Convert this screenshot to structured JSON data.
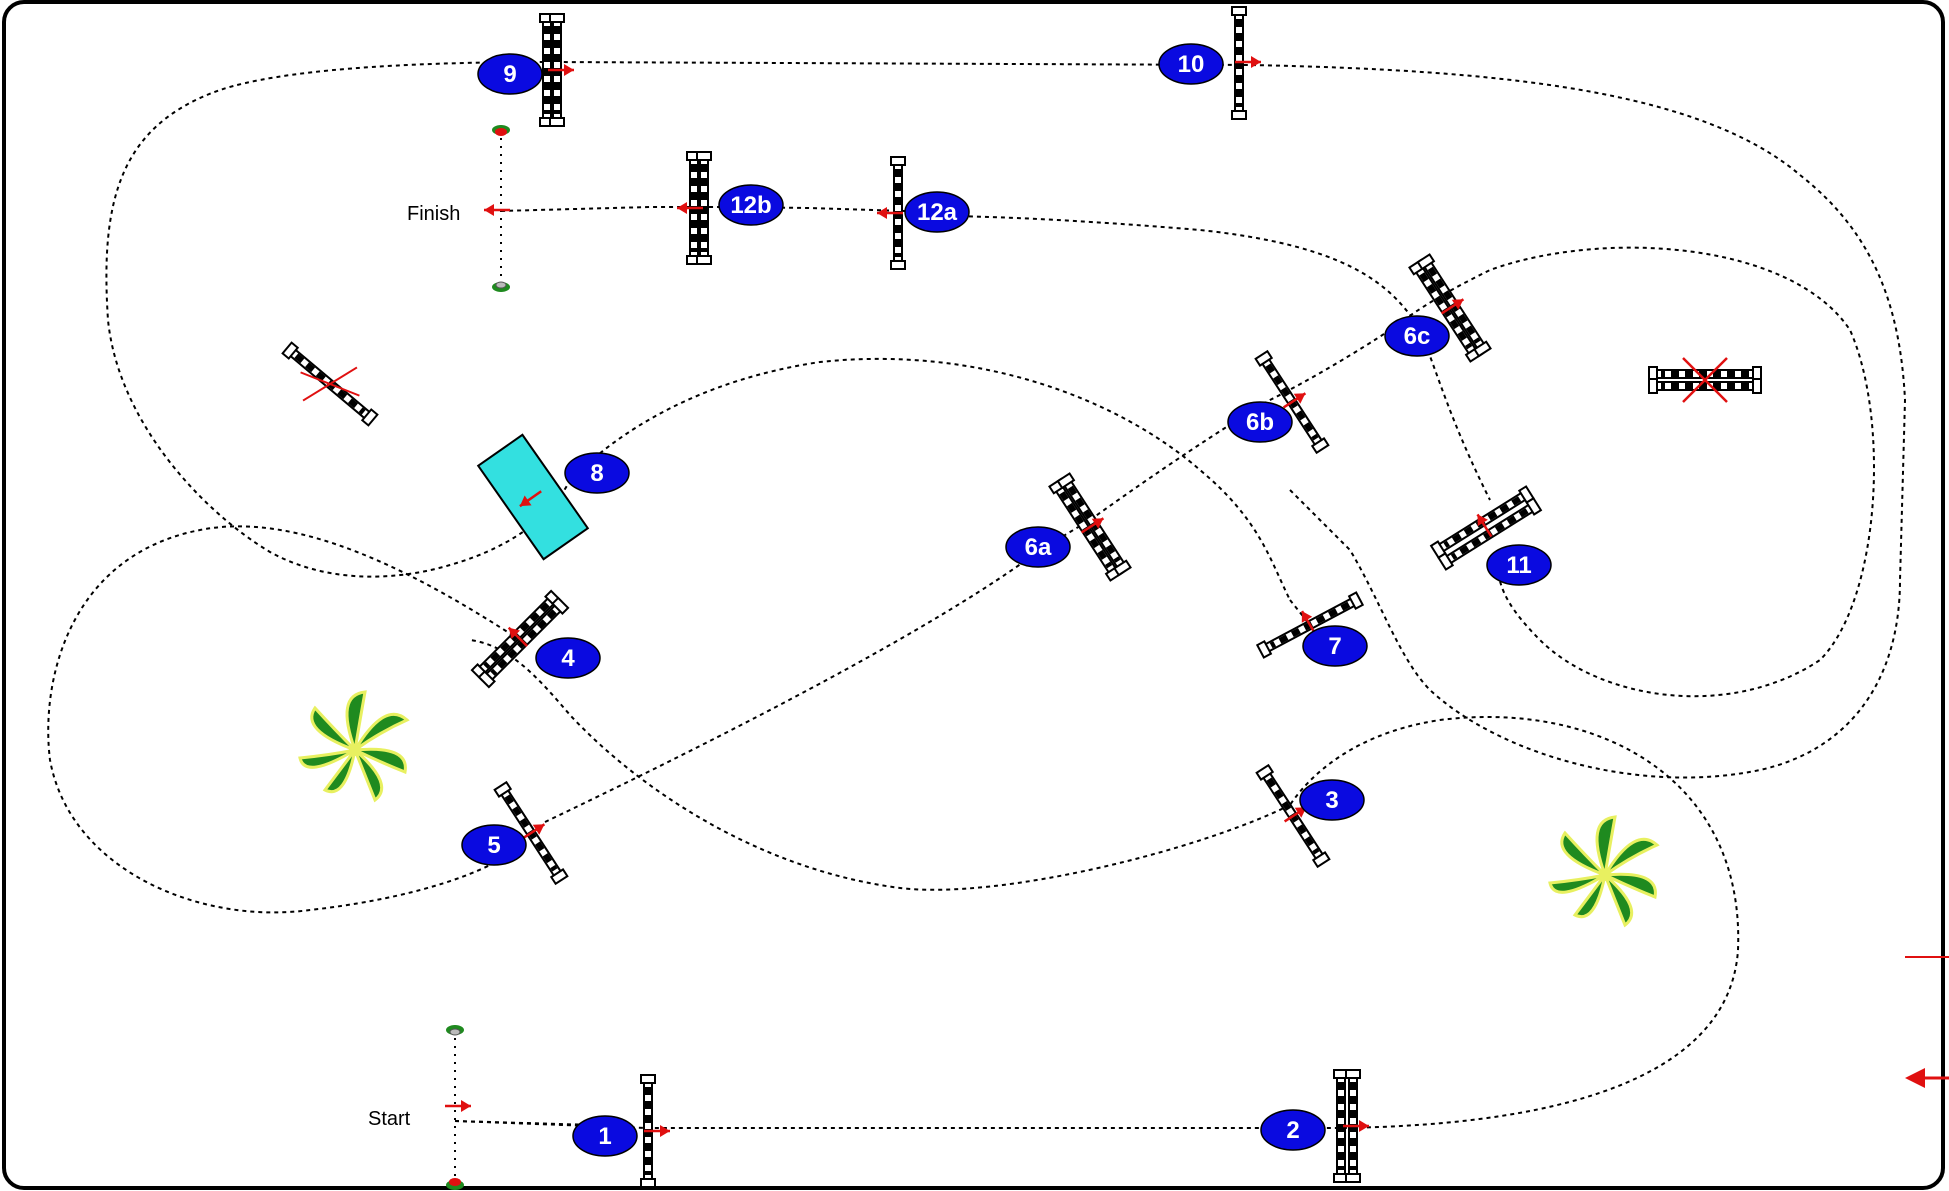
{
  "labels": {
    "start": "Start",
    "finish": "Finish"
  },
  "obstacles": [
    {
      "id": "1",
      "label": "1"
    },
    {
      "id": "2",
      "label": "2"
    },
    {
      "id": "3",
      "label": "3"
    },
    {
      "id": "4",
      "label": "4"
    },
    {
      "id": "5",
      "label": "5"
    },
    {
      "id": "6a",
      "label": "6a"
    },
    {
      "id": "6b",
      "label": "6b"
    },
    {
      "id": "6c",
      "label": "6c"
    },
    {
      "id": "7",
      "label": "7"
    },
    {
      "id": "8",
      "label": "8"
    },
    {
      "id": "9",
      "label": "9"
    },
    {
      "id": "10",
      "label": "10"
    },
    {
      "id": "11",
      "label": "11"
    },
    {
      "id": "12a",
      "label": "12a"
    },
    {
      "id": "12b",
      "label": "12b"
    }
  ],
  "colors": {
    "marker_fill": "#0a0ae0",
    "marker_text": "#ffffff",
    "arrow": "#e01010",
    "water": "#33e0e0",
    "plant_dark": "#1f8a1f",
    "plant_light": "#e8f060",
    "frame": "#000000"
  },
  "icons": [
    "plant-icon",
    "flag-icon",
    "arrow-icon"
  ]
}
